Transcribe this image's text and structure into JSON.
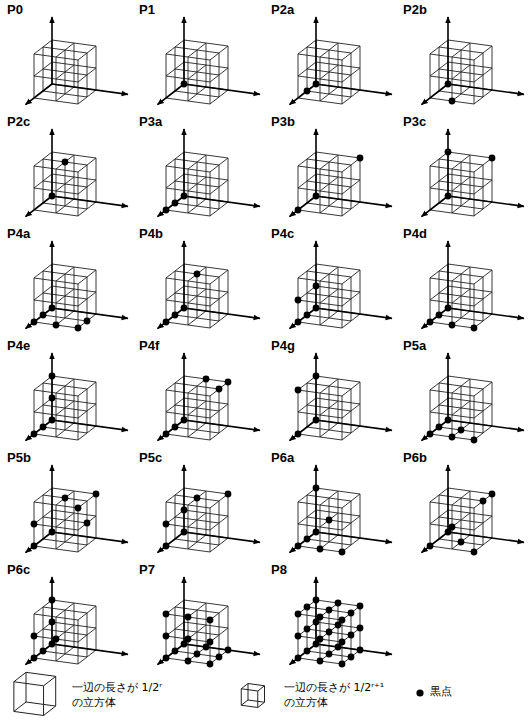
{
  "diagram": {
    "labels": [
      "P0",
      "P1",
      "P2a",
      "P2b",
      "P2c",
      "P3a",
      "P3b",
      "P3c",
      "P4a",
      "P4b",
      "P4c",
      "P4d",
      "P4e",
      "P4f",
      "P4g",
      "P5a",
      "P5b",
      "P5c",
      "P6a",
      "P6b",
      "P6c",
      "P7",
      "P8"
    ],
    "legend": [
      {
        "text": "一辺の長さが 1/2ʳ の立方体"
      },
      {
        "text": "一辺の長さが 1/2ʳ⁺¹ の立方体"
      },
      {
        "text": "黒点"
      }
    ]
  }
}
